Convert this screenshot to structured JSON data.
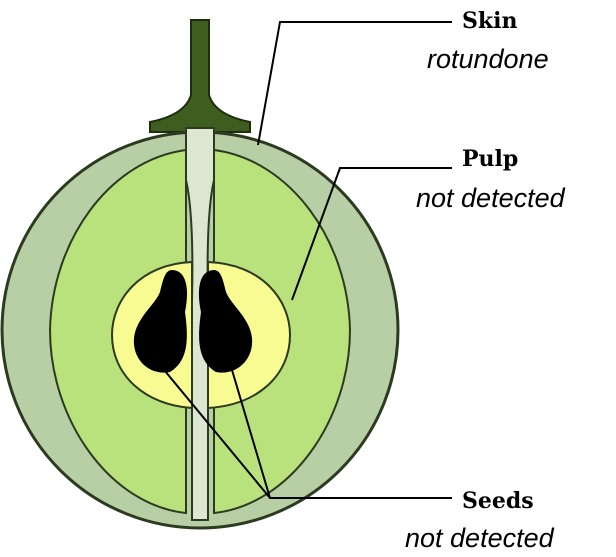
{
  "labels": {
    "skin": {
      "title": "Skin",
      "description": "rotundone"
    },
    "pulp": {
      "title": "Pulp",
      "description": "not detected"
    },
    "seeds": {
      "title": "Seeds",
      "description": "not detected"
    }
  },
  "colors": {
    "skin": "#b8cfa6",
    "pulp": "#b9e27c",
    "seed_cavity": "#f8fb92",
    "seed": "#000000",
    "stem": "#3d5e1e",
    "stem_light": "#dde6d0",
    "outline": "#2c3a20",
    "leader_line": "#000000"
  }
}
